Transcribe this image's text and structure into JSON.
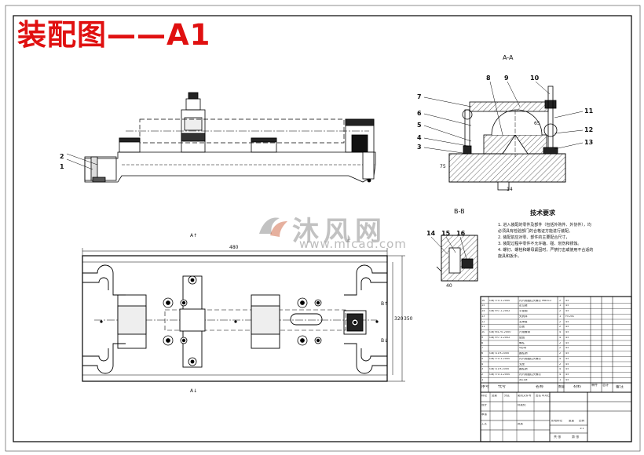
{
  "drawing_title": "装配图——A1",
  "watermark": {
    "brand": "沐风网",
    "url": "www.mfcad.com"
  },
  "section_labels": {
    "aa_title": "A-A",
    "bb_title": "B-B",
    "a_top": "A↑",
    "a_bottom": "A↓",
    "b_mark": "B↑",
    "b_mark2": "B↓"
  },
  "balloons": [
    "1",
    "2",
    "3",
    "4",
    "5",
    "6",
    "7",
    "8",
    "9",
    "10",
    "11",
    "12",
    "13",
    "14",
    "15",
    "16"
  ],
  "dimensions": {
    "plan_width": "480",
    "plan_height1": "320",
    "plan_height2": "350",
    "aa_height": "75",
    "aa_key": "14",
    "aa_r": "65",
    "bb_r": "40"
  },
  "technical_requirements": {
    "title": "技术要求",
    "notes": [
      "1. 进入装配的零件及部件（包括外购件、外协件），均",
      "必须具有检验部门的合格证方能进行装配。",
      "2. 装配前应对零、部件的主要配合尺寸，",
      "3. 装配过程中零件不允许磕、碰、划伤和锈蚀。",
      "4. 螺钉、螺栓和螺母紧固时，严禁打击或使用不合适的",
      "旋具和扳手。"
    ]
  },
  "parts_list": {
    "header": {
      "seq": "序号",
      "code": "代号",
      "name": "名称",
      "qty": "数量",
      "material": "材料",
      "single_weight": "单件",
      "total_weight": "总计",
      "remark": "备注"
    },
    "rows": [
      {
        "seq": "16",
        "code": "GB/T70.1-2000",
        "name": "内六角圆柱头螺钉 M8X12",
        "qty": "2",
        "material": "45"
      },
      {
        "seq": "15",
        "code": "",
        "name": "定位键",
        "qty": "1",
        "material": "45"
      },
      {
        "seq": "14",
        "code": "GB/T97.1-2002",
        "name": "平垫圈",
        "qty": "2",
        "material": "45"
      },
      {
        "seq": "13",
        "code": "",
        "name": "夹具体",
        "qty": "1",
        "material": "HT200"
      },
      {
        "seq": "12",
        "code": "",
        "name": "支承板",
        "qty": "2",
        "material": "45"
      },
      {
        "seq": "11",
        "code": "",
        "name": "压板",
        "qty": "2",
        "material": "45"
      },
      {
        "seq": "10",
        "code": "GB/T6170-2000",
        "name": "六角螺母",
        "qty": "4",
        "material": "45"
      },
      {
        "seq": "9",
        "code": "GB/T97.1-2002",
        "name": "垫圈",
        "qty": "4",
        "material": "45"
      },
      {
        "seq": "8",
        "code": "",
        "name": "螺柱",
        "qty": "2",
        "material": "45"
      },
      {
        "seq": "7",
        "code": "",
        "name": "V形块",
        "qty": "2",
        "material": "45"
      },
      {
        "seq": "6",
        "code": "GB/T119-2000",
        "name": "圆柱销",
        "qty": "2",
        "material": "45"
      },
      {
        "seq": "5",
        "code": "GB/T70.1-2000",
        "name": "内六角圆柱头螺钉",
        "qty": "4",
        "material": "45"
      },
      {
        "seq": "4",
        "code": "",
        "name": "支座",
        "qty": "2",
        "material": "45"
      },
      {
        "seq": "3",
        "code": "GB/T119-2000",
        "name": "圆柱销",
        "qty": "4",
        "material": "45"
      },
      {
        "seq": "2",
        "code": "GB/T70.1-2000",
        "name": "内六角圆柱头螺钉",
        "qty": "4",
        "material": "45"
      },
      {
        "seq": "1",
        "code": "",
        "name": "对刀块",
        "qty": "1",
        "material": "45"
      }
    ]
  },
  "title_block": {
    "mark": "标记",
    "count": "处数",
    "zone": "分区",
    "change_doc": "更改文件号",
    "sign": "签名",
    "date": "年月日",
    "design": "设计",
    "standardize": "标准化",
    "review": "审核",
    "process": "工艺",
    "approve": "批准",
    "stage_mark": "阶段标记",
    "weight": "重量",
    "scale": "比例",
    "scale_value": "1:1",
    "sheet_total": "共 张",
    "sheet_no": "第 张"
  }
}
